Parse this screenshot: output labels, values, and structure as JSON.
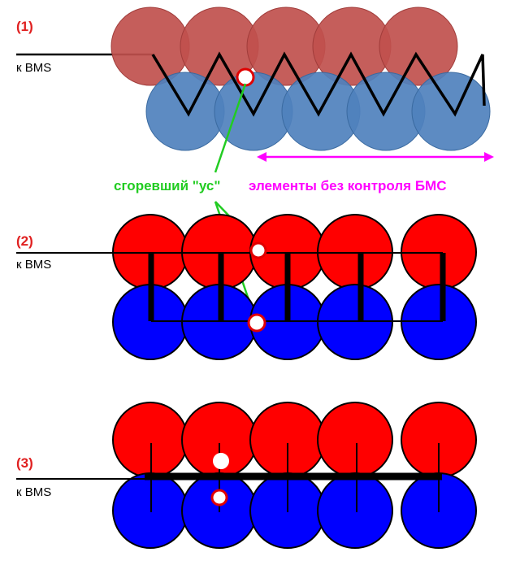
{
  "colors": {
    "panel1_top": "#c0504d",
    "panel1_bottom": "#4f81bd",
    "panel_top": "#ff0000",
    "panel_bottom": "#0000ff",
    "label_number": "#e02020",
    "fault_callout": "#22cc22",
    "unmonitored_callout": "#ff00ff",
    "wire": "#000000",
    "fault_marker_fill": "#ffffff",
    "fault_marker_stroke": "#e00000"
  },
  "callouts": {
    "burnt_wire": "сгоревший \"ус\"",
    "unmonitored_cells": "элементы без контроля БМС"
  },
  "panels": [
    {
      "number": "(1)",
      "bms_label": "к BMS",
      "layout": "staggered-zigzag"
    },
    {
      "number": "(2)",
      "bms_label": "к BMS",
      "layout": "vertical-links"
    },
    {
      "number": "(3)",
      "bms_label": "к BMS",
      "layout": "common-bar"
    }
  ]
}
